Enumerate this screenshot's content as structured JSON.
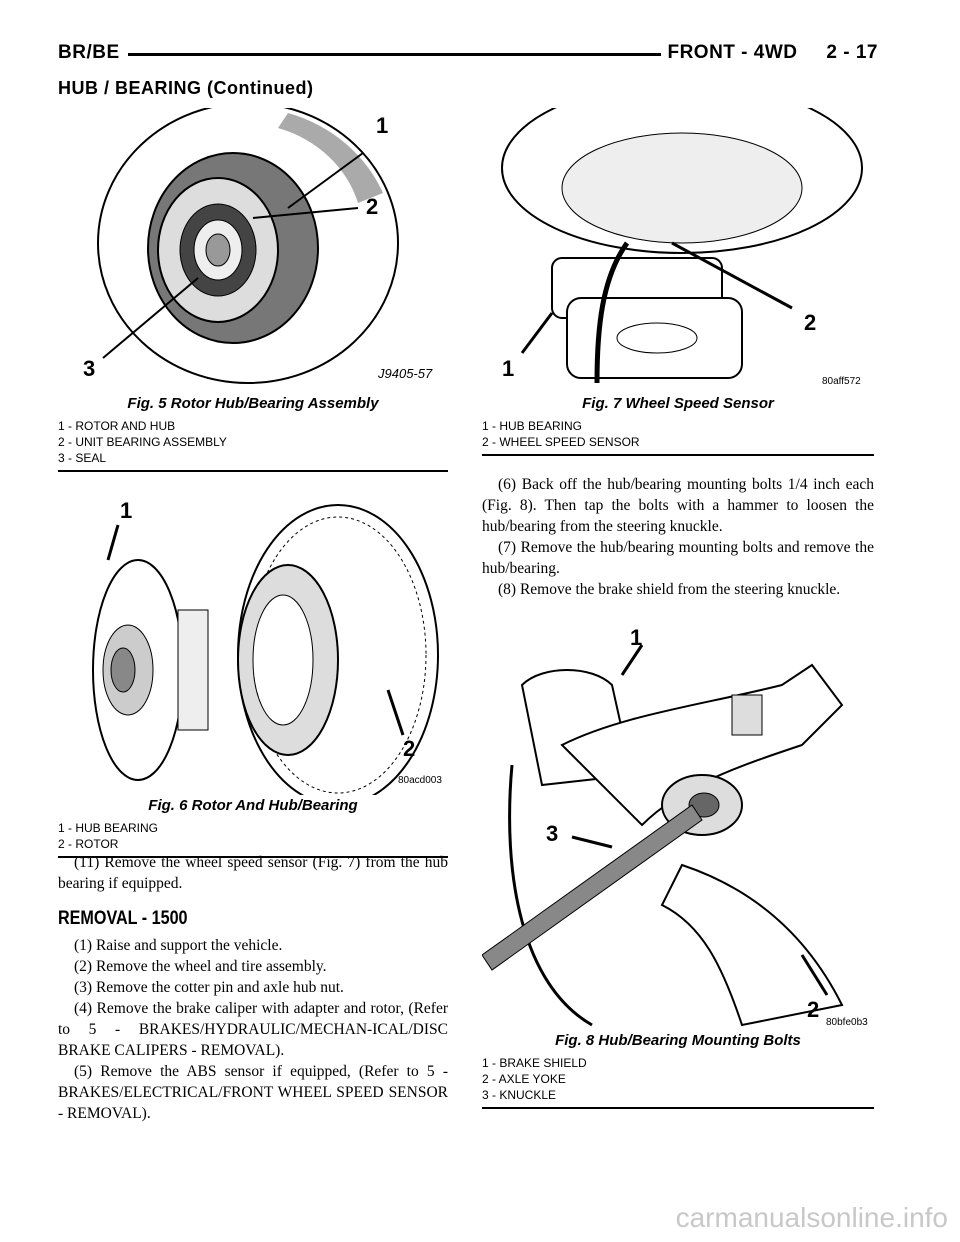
{
  "header": {
    "left": "BR/BE",
    "right": "FRONT - 4WD     2 - 17"
  },
  "section_continued": "HUB / BEARING (Continued)",
  "fig5": {
    "caption": "Fig. 5 Rotor Hub/Bearing Assembly",
    "code": "J9405-57",
    "callouts": [
      "1",
      "2",
      "3"
    ],
    "legend": [
      "1 - ROTOR AND HUB",
      "2 - UNIT BEARING ASSEMBLY",
      "3 - SEAL"
    ]
  },
  "fig6": {
    "caption": "Fig. 6 Rotor And Hub/Bearing",
    "code": "80acd003",
    "callouts": [
      "1",
      "2"
    ],
    "legend": [
      "1 - HUB BEARING",
      "2 - ROTOR"
    ]
  },
  "fig7": {
    "caption": "Fig. 7 Wheel Speed Sensor",
    "code": "80aff572",
    "callouts": [
      "1",
      "2"
    ],
    "legend": [
      "1 - HUB BEARING",
      "2 - WHEEL SPEED SENSOR"
    ]
  },
  "fig8": {
    "caption": "Fig. 8 Hub/Bearing Mounting Bolts",
    "code": "80bfe0b3",
    "callouts": [
      "1",
      "2",
      "3"
    ],
    "legend": [
      "1 - BRAKE SHIELD",
      "2 - AXLE YOKE",
      "3 - KNUCKLE"
    ]
  },
  "left_text": {
    "step11": "(11) Remove the wheel speed sensor (Fig. 7) from the hub bearing if equipped.",
    "heading": "REMOVAL - 1500",
    "steps": [
      "(1) Raise and support the vehicle.",
      "(2) Remove the wheel and tire assembly.",
      "(3) Remove the cotter pin and axle hub nut.",
      "(4) Remove the brake caliper with adapter and rotor, (Refer to 5 - BRAKES/HYDRAULIC/MECHAN-ICAL/DISC BRAKE CALIPERS - REMOVAL).",
      "(5) Remove the ABS sensor if equipped, (Refer to 5 - BRAKES/ELECTRICAL/FRONT WHEEL SPEED SENSOR - REMOVAL)."
    ]
  },
  "right_text": {
    "steps": [
      "(6) Back off the hub/bearing mounting bolts 1/4 inch each (Fig. 8). Then tap the bolts with a hammer to loosen the hub/bearing from the steering knuckle.",
      "(7) Remove the hub/bearing mounting bolts and remove the hub/bearing.",
      "(8) Remove the brake shield from the steering knuckle."
    ]
  },
  "watermark": "carmanualsonline.info"
}
